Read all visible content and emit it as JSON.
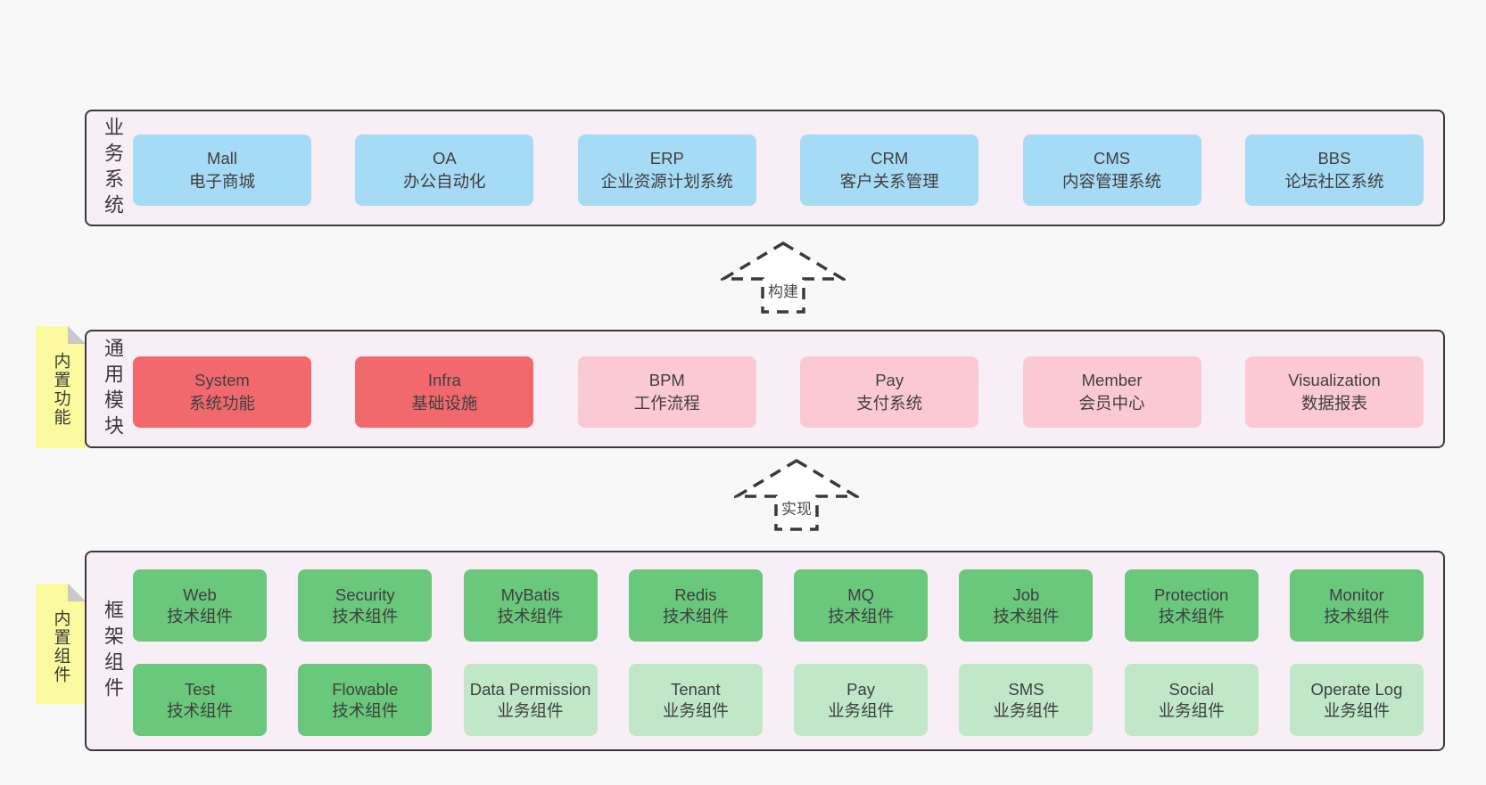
{
  "page": {
    "background": "#f8f8f8"
  },
  "colors": {
    "container_bg": "#f8eef6",
    "container_border": "#3a3a3a",
    "blue_box": "#a6dbf5",
    "red_box": "#f1696d",
    "pink_box": "#fbc9d3",
    "green_box": "#69c87b",
    "light_green_box": "#c0e7c7",
    "note_yellow": "#fbfa9e",
    "text": "#3f3f3f"
  },
  "tiers": {
    "business": {
      "label": "业务系统",
      "boxes": [
        {
          "name": "Mall",
          "desc": "电子商城"
        },
        {
          "name": "OA",
          "desc": "办公自动化"
        },
        {
          "name": "ERP",
          "desc": "企业资源计划系统"
        },
        {
          "name": "CRM",
          "desc": "客户关系管理"
        },
        {
          "name": "CMS",
          "desc": "内容管理系统"
        },
        {
          "name": "BBS",
          "desc": "论坛社区系统"
        }
      ]
    },
    "modules": {
      "label": "通用模块",
      "note": "内置功能",
      "boxes": [
        {
          "name": "System",
          "desc": "系统功能"
        },
        {
          "name": "Infra",
          "desc": "基础设施"
        },
        {
          "name": "BPM",
          "desc": "工作流程"
        },
        {
          "name": "Pay",
          "desc": "支付系统"
        },
        {
          "name": "Member",
          "desc": "会员中心"
        },
        {
          "name": "Visualization",
          "desc": "数据报表"
        }
      ]
    },
    "framework": {
      "label": "框架组件",
      "note": "内置组件",
      "row1": [
        {
          "name": "Web",
          "desc": "技术组件"
        },
        {
          "name": "Security",
          "desc": "技术组件"
        },
        {
          "name": "MyBatis",
          "desc": "技术组件"
        },
        {
          "name": "Redis",
          "desc": "技术组件"
        },
        {
          "name": "MQ",
          "desc": "技术组件"
        },
        {
          "name": "Job",
          "desc": "技术组件"
        },
        {
          "name": "Protection",
          "desc": "技术组件"
        },
        {
          "name": "Monitor",
          "desc": "技术组件"
        }
      ],
      "row2": [
        {
          "name": "Test",
          "desc": "技术组件"
        },
        {
          "name": "Flowable",
          "desc": "技术组件"
        },
        {
          "name": "Data Permission",
          "desc": "业务组件"
        },
        {
          "name": "Tenant",
          "desc": "业务组件"
        },
        {
          "name": "Pay",
          "desc": "业务组件"
        },
        {
          "name": "SMS",
          "desc": "业务组件"
        },
        {
          "name": "Social",
          "desc": "业务组件"
        },
        {
          "name": "Operate Log",
          "desc": "业务组件"
        }
      ]
    }
  },
  "arrows": {
    "build": {
      "label": "构建"
    },
    "implement": {
      "label": "实现"
    }
  }
}
